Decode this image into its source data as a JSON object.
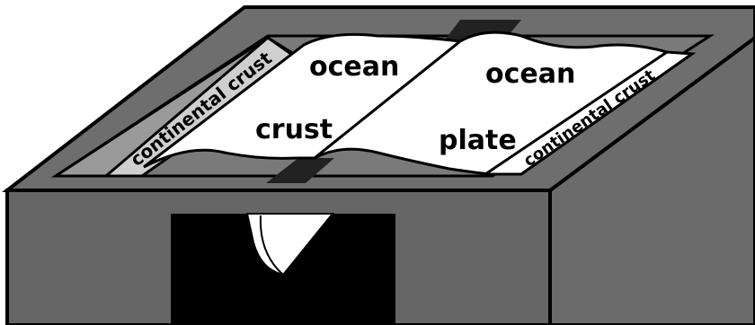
{
  "diagram": {
    "labels": {
      "continental_crust_left": "continental crust",
      "continental_crust_right": "continental crust",
      "ocean_left": "ocean",
      "ocean_right": "ocean",
      "crust": "crust",
      "plate": "plate"
    },
    "colors": {
      "box_fill": "#6b6b6b",
      "box_side": "#666666",
      "slot_fill": "#8a8a8a",
      "continent_fill": "#bdbdbd",
      "sheet_fill": "#ffffff",
      "outline": "#000000"
    }
  }
}
